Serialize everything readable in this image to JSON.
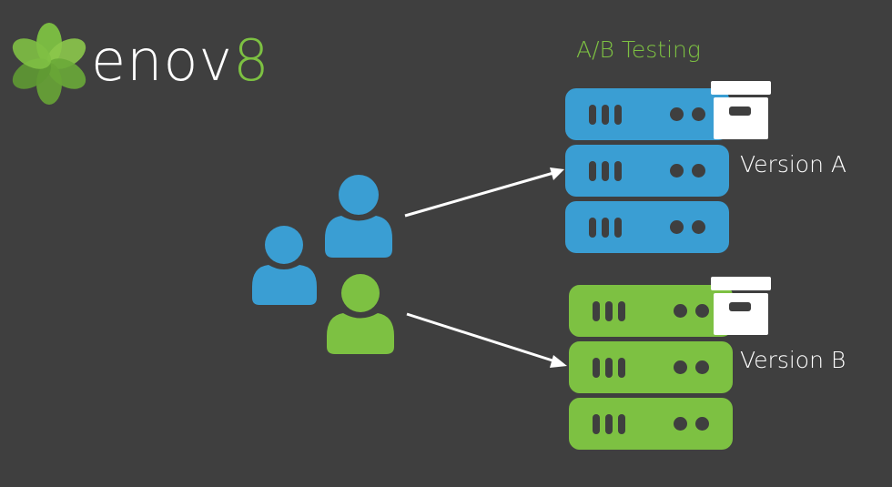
{
  "logo": {
    "brand_prefix": "enov",
    "brand_suffix": "8",
    "icon": "clover-flower-icon"
  },
  "diagram": {
    "title": "A/B Testing",
    "colors": {
      "background": "#3f3f3f",
      "blue": "#3a9ed3",
      "green": "#7dc142",
      "white": "#ffffff"
    },
    "users": [
      {
        "icon": "user-icon",
        "color": "blue"
      },
      {
        "icon": "user-icon",
        "color": "blue"
      },
      {
        "icon": "user-icon",
        "color": "green"
      }
    ],
    "groups": [
      {
        "label": "Version A",
        "color": "blue",
        "server_units": 3,
        "icon": "archive-box-icon"
      },
      {
        "label": "Version B",
        "color": "green",
        "server_units": 3,
        "icon": "archive-box-icon"
      }
    ]
  }
}
